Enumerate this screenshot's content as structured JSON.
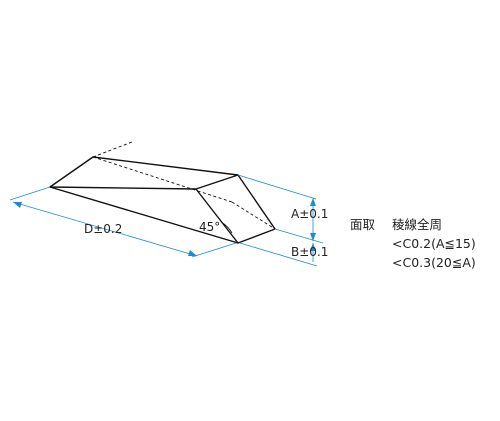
{
  "colors": {
    "outline": "#111111",
    "dimension": "#1c8bd6",
    "text": "#222222"
  },
  "dimensions": {
    "length": "D±0.2",
    "height": "A±0.1",
    "bottom": "B±0.1",
    "angle": "45°"
  },
  "chamfer_note": {
    "label": "面取",
    "spec": "稜線全周",
    "rule_small": "<C0.2(A≦15)",
    "rule_large": "<C0.3(20≦A)"
  }
}
